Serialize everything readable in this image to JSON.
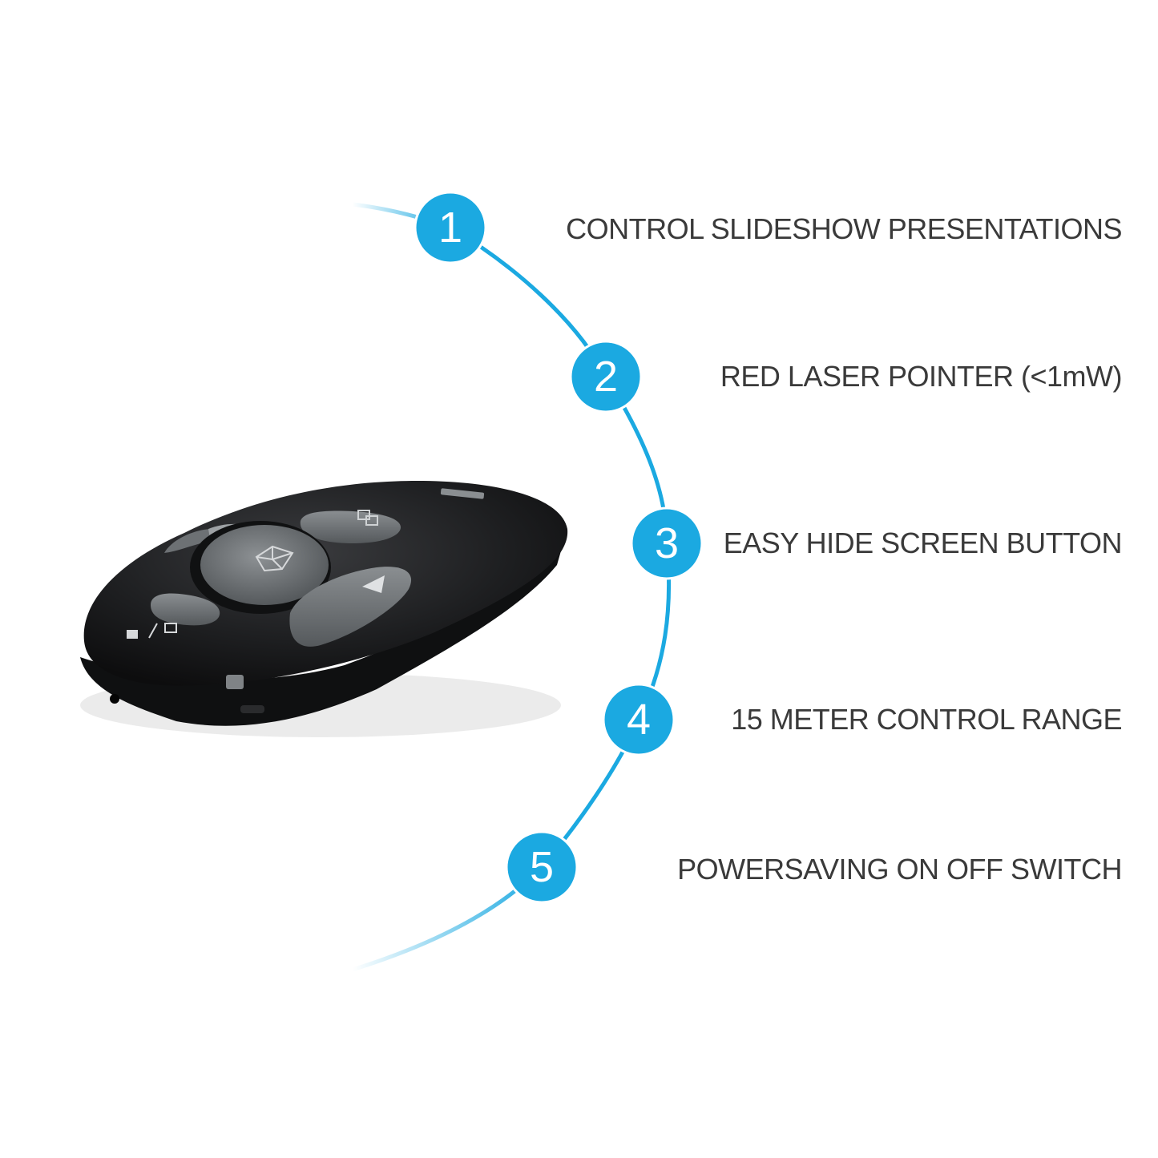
{
  "colors": {
    "accent": "#1ba9e1",
    "text": "#3a3a3a",
    "device_body": "#1c1d1f",
    "device_buttons": "#6d7174"
  },
  "features": [
    {
      "number": "1",
      "label": "CONTROL SLIDESHOW PRESENTATIONS"
    },
    {
      "number": "2",
      "label": "RED LASER POINTER (<1mW)"
    },
    {
      "number": "3",
      "label": "EASY HIDE SCREEN BUTTON"
    },
    {
      "number": "4",
      "label": "15 METER CONTROL RANGE"
    },
    {
      "number": "5",
      "label": "POWERSAVING ON OFF SWITCH"
    }
  ]
}
